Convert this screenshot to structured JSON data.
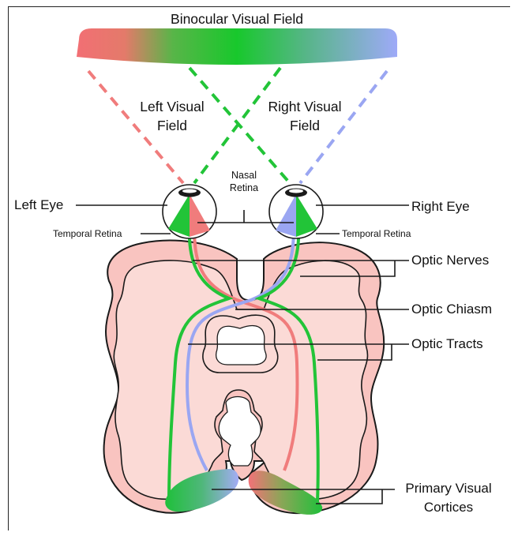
{
  "title": "Binocular Visual Field",
  "labels": {
    "left_visual_field": [
      "Left Visual",
      "Field"
    ],
    "right_visual_field": [
      "Right Visual",
      "Field"
    ],
    "nasal_retina": [
      "Nasal",
      "Retina"
    ],
    "left_eye": "Left Eye",
    "right_eye": "Right Eye",
    "temporal_retina_left": "Temporal Retina",
    "temporal_retina_right": "Temporal Retina",
    "optic_nerves": "Optic Nerves",
    "optic_chiasm": "Optic Chiasm",
    "optic_tracts": "Optic Tracts",
    "primary_visual_cortices": [
      "Primary Visual",
      "Cortices"
    ]
  },
  "colors": {
    "red": "#f07c7c",
    "green": "#22c438",
    "blue": "#9aa6f2",
    "brain_fill": "#f9c4c0",
    "brain_inner": "#fbdad6",
    "outline": "#1a1a1a"
  }
}
